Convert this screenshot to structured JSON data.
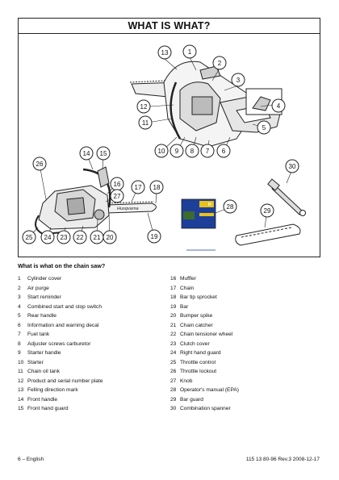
{
  "header": {
    "title": "WHAT IS WHAT?"
  },
  "figure": {
    "callouts": [
      "13",
      "1",
      "2",
      "3",
      "4",
      "12",
      "5",
      "11",
      "10",
      "9",
      "8",
      "7",
      "6",
      "14",
      "15",
      "26",
      "16",
      "17",
      "18",
      "27",
      "30",
      "28",
      "29",
      "25",
      "24",
      "23",
      "22",
      "21",
      "20",
      "19"
    ],
    "chain_saw_brand": "Husqvarna",
    "manual_cover_mark": "H"
  },
  "parts": {
    "heading": "What is what on the chain saw?",
    "left": [
      {
        "num": "1",
        "label": "Cylinder cover"
      },
      {
        "num": "2",
        "label": "Air purge"
      },
      {
        "num": "3",
        "label": "Start reminder"
      },
      {
        "num": "4",
        "label": "Combined start and stop switch"
      },
      {
        "num": "5",
        "label": "Rear handle"
      },
      {
        "num": "6",
        "label": "Information and warning decal"
      },
      {
        "num": "7",
        "label": "Fuel tank"
      },
      {
        "num": "8",
        "label": "Adjuster screws carburetor"
      },
      {
        "num": "9",
        "label": "Starter handle"
      },
      {
        "num": "10",
        "label": "Starter"
      },
      {
        "num": "11",
        "label": "Chain oil tank"
      },
      {
        "num": "12",
        "label": "Product and serial number plate"
      },
      {
        "num": "13",
        "label": "Felling direction mark"
      },
      {
        "num": "14",
        "label": "Front handle"
      },
      {
        "num": "15",
        "label": "Front hand guard"
      }
    ],
    "right": [
      {
        "num": "16",
        "label": "Muffler"
      },
      {
        "num": "17",
        "label": "Chain"
      },
      {
        "num": "18",
        "label": "Bar tip sprocket"
      },
      {
        "num": "19",
        "label": "Bar"
      },
      {
        "num": "20",
        "label": "Bumper spike"
      },
      {
        "num": "21",
        "label": "Chain catcher"
      },
      {
        "num": "22",
        "label": "Chain tensioner wheel"
      },
      {
        "num": "23",
        "label": "Clutch cover"
      },
      {
        "num": "24",
        "label": "Right hand guard"
      },
      {
        "num": "25",
        "label": "Throttle control"
      },
      {
        "num": "26",
        "label": "Throttle lockout"
      },
      {
        "num": "27",
        "label": "Knob"
      },
      {
        "num": "28",
        "label": "Operator's manual (EPA)"
      },
      {
        "num": "29",
        "label": "Bar guard"
      },
      {
        "num": "30",
        "label": "Combination spanner"
      }
    ]
  },
  "footer": {
    "page_label": "6 – English",
    "doc_code": "115 13 80-96 Rev.3 2008-12-17"
  },
  "colors": {
    "ink": "#111111",
    "manual_blue": "#1d3f9a",
    "manual_yellow": "#e8c21a"
  }
}
